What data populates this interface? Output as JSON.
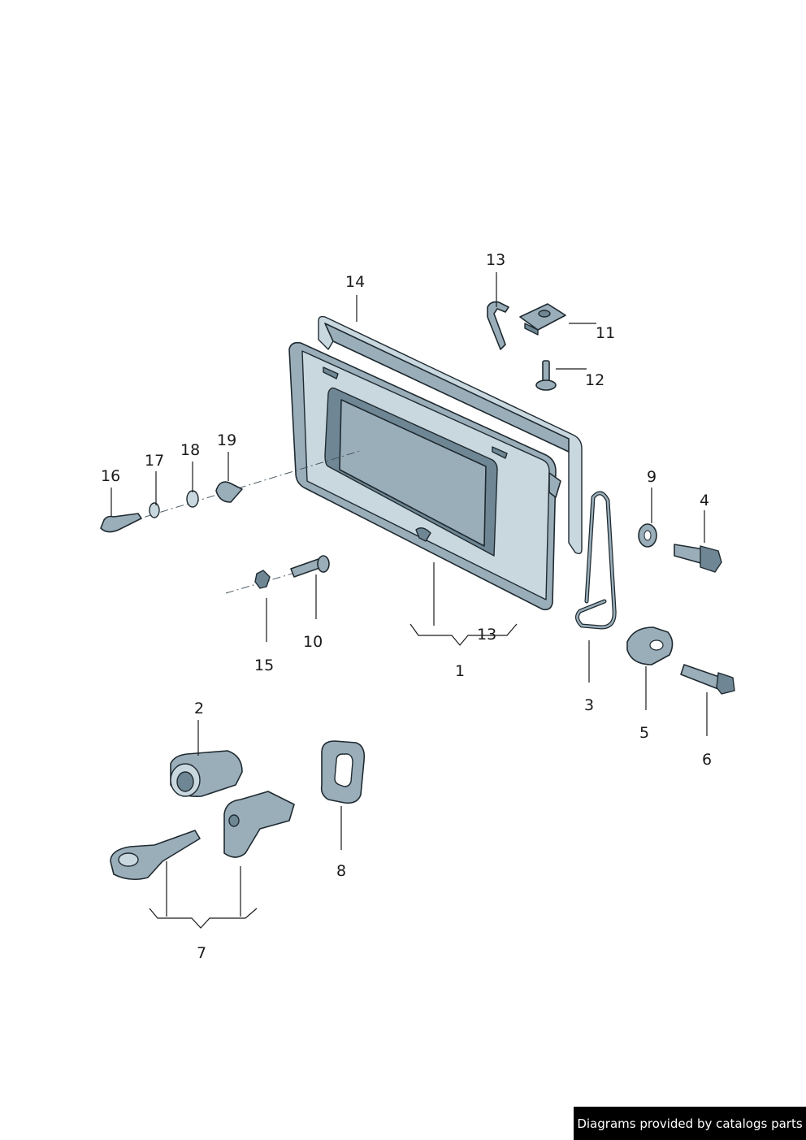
{
  "labels": {
    "l1": "1",
    "l2": "2",
    "l3": "3",
    "l4": "4",
    "l5": "5",
    "l6": "6",
    "l7": "7",
    "l8": "8",
    "l9": "9",
    "l10": "10",
    "l11": "11",
    "l12": "12",
    "l13a": "13",
    "l13b": "13",
    "l14": "14",
    "l15": "15",
    "l16": "16",
    "l17": "17",
    "l18": "18",
    "l19": "19"
  },
  "footer": {
    "credit": "Diagrams provided by catalogs parts"
  },
  "colors": {
    "part_fill": "#9aaeba",
    "part_outline": "#1f2a30",
    "credit_bg": "#000000",
    "credit_text": "#ffffff"
  }
}
